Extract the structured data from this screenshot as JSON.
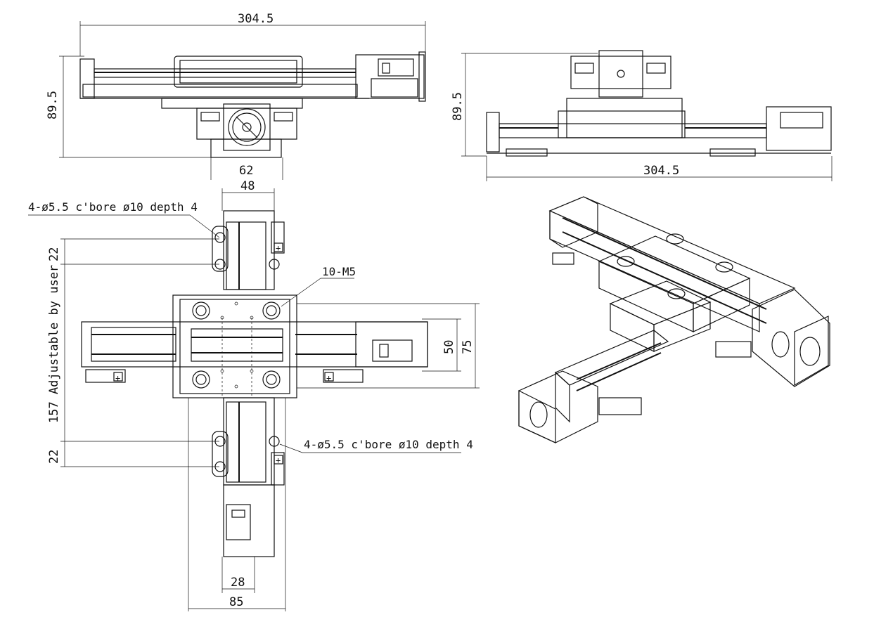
{
  "dimensions": {
    "front_length": "304.5",
    "front_height": "89.5",
    "front_base": "62",
    "side_height": "89.5",
    "side_length": "304.5",
    "top_width": "48",
    "spacing_upper": "22",
    "spacing_lower": "22",
    "stroke": "157 Adjustable by user",
    "carriage_inner": "50",
    "carriage_outer": "75",
    "rail_width": "28",
    "base_width": "85"
  },
  "notes": {
    "cbore_upper": "4-ø5.5 c'bore ø10 depth 4",
    "cbore_lower": "4-ø5.5 c'bore ø10 depth 4",
    "threads": "10-M5"
  },
  "colors": {
    "line": "#111111",
    "background": "#ffffff"
  }
}
